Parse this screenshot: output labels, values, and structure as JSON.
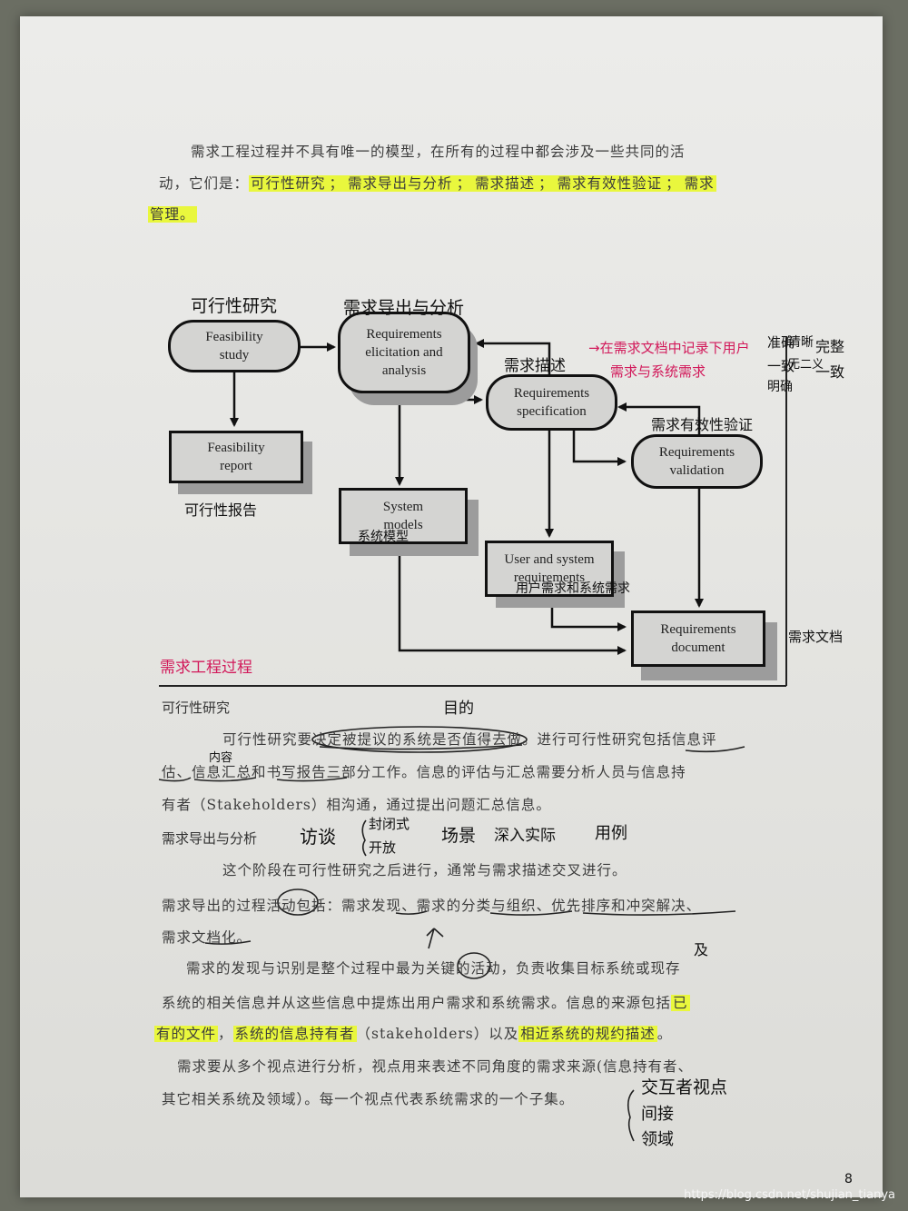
{
  "page": {
    "para1_line1": "需求工程过程并不具有唯一的模型，在所有的过程中都会涉及一些共同的活",
    "para1_line2_prefix": "动，它们是：",
    "hl_feasibility": "可行性研究",
    "hl_sep1": "；",
    "hl_elicitation": "需求导出与分析",
    "hl_sep2": "；",
    "hl_spec": "需求描述",
    "hl_sep3": "；",
    "hl_validation": "需求有效性验证",
    "hl_sep4": "；",
    "hl_manage1": "需求",
    "hl_manage2": "管理。"
  },
  "diagram": {
    "nodes": {
      "feasibility_study": "Feasibility\nstudy",
      "feasibility_report": "Feasibility\nreport",
      "elicitation": "Requirements\nelicitation and\nanalysis",
      "specification": "Requirements\nspecification",
      "validation": "Requirements\nvalidation",
      "system_models": "System\nmodels",
      "user_system_req": "User and system\nrequirements",
      "req_document": "Requirements\ndocument"
    },
    "annotations": {
      "feasibility_study": "可行性研究",
      "elicitation": "需求导出与分析",
      "specification": "需求描述",
      "spec_note_line1": "→在需求文档中记录下用户",
      "spec_note_line2": "需求与系统需求",
      "validation": "需求有效性验证",
      "feasibility_report": "可行性报告",
      "system_models": "系统模型",
      "user_system_req": "用户需求和系统需求",
      "req_document": "需求文档",
      "process_label": "需求工程过程",
      "side_a1": "准确",
      "side_a2": "一致",
      "side_b1": "清晰",
      "side_b2": "无二义",
      "side_b3": "明确",
      "side_c1": "完整",
      "side_c2": "一致"
    }
  },
  "section1": {
    "heading": "可行性研究",
    "p1_line1_a": "可行性研究要决定",
    "p1_line1_b": "被提议的系统是否值得去做",
    "p1_line1_c": "。进行可行性研究包括",
    "p1_line1_d": "信息评",
    "p1_line2_a": "估",
    "p1_line2_b": "、",
    "p1_line2_c": "信息汇总",
    "p1_line2_d": "和",
    "p1_line2_e": "书写报告",
    "p1_line2_f": "三部分工作。信息的评估与汇总需要分析人员与信息持",
    "p1_line3": "有者（Stakeholders）相沟通，通过提出问题汇总信息。",
    "hand_goal": "目的",
    "hand_content": "内容"
  },
  "section2": {
    "heading": "需求导出与分析",
    "hand_methods": "访谈",
    "hand_closed": "封闭式",
    "hand_open": "开放",
    "hand_scenario": "场景",
    "hand_ethno": "深入实际",
    "hand_other": "用例",
    "p1": "这个阶段在可行性研究之后进行，通常与需求描述交叉进行。",
    "p2_line1_a": "需求导出的过程",
    "p2_line1_b": "活动",
    "p2_line1_c": "包括：需求",
    "p2_line1_d": "发现",
    "p2_line1_e": "、需求的",
    "p2_line1_f": "分类与组织",
    "p2_line1_g": "、",
    "p2_line1_h": "优先排序和冲突解决",
    "p2_line1_i": "、",
    "p2_line2_a": "需求",
    "p2_line2_b": "文档化",
    "p2_line2_c": "。",
    "p3_line1_a": "需求的发现与识别是整个过程中最为",
    "p3_line1_b": "关键",
    "p3_line1_c": "的活动，负责收集目标系统或现存",
    "p3_line2_a": "系统的相关信息并从这些信息中提炼出用户需求和系统需求。信息的来源包括",
    "p3_line2_b": "已",
    "p3_line3_a": "有的文件",
    "p3_line3_b": "，",
    "p3_line3_c": "系统的信息持有者",
    "p3_line3_d": "（stakeholders）以及",
    "p3_line3_e": "相近系统的规约描述",
    "p3_line3_f": "。",
    "hand_and": "及",
    "p4_line1": "需求要从多个视点进行分析，视点用来表述不同角度的需求来源(信息持有者、",
    "p4_line2": "其它相关系统及领域）。每一个视点代表系统需求的一个子集。",
    "hand_v1": "交互者视点",
    "hand_v2": "间接",
    "hand_v3": "领域",
    "page_number": "8"
  },
  "watermark": "https://blog.csdn.net/shujian_tianya",
  "colors": {
    "highlight": "#e9f73d",
    "ink_red": "#d2195a",
    "ink_black": "#111111",
    "paper": "#e8e8e5"
  }
}
